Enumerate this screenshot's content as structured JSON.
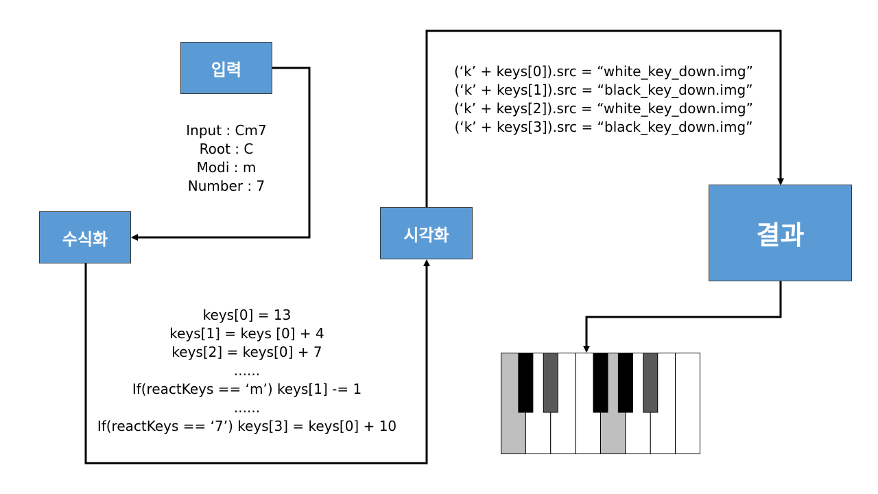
{
  "boxes": {
    "input": "입력",
    "formula": "수식화",
    "visualize": "시각화",
    "result": "결과"
  },
  "input_lines": [
    "Input : Cm7",
    "Root : C",
    "Modi : m",
    "Number : 7"
  ],
  "formula_lines": [
    "keys[0] = 13",
    "keys[1] = keys [0] + 4",
    "keys[2] = keys[0] + 7",
    "......",
    "If(reactKeys == ‘m’) keys[1] -= 1",
    "......",
    "If(reactKeys == ‘7’) keys[3] = keys[0] + 10"
  ],
  "visualize_lines": [
    "(‘k’ + keys[0]).src = “white_key_down.img”",
    "(‘k’ + keys[1]).src = “black_key_down.img”",
    "(‘k’ + keys[2]).src = “white_key_down.img”",
    "(‘k’ + keys[3]).src = “black_key_down.img”"
  ],
  "colors": {
    "box_fill": "#5b9bd5",
    "white_key": "#ffffff",
    "white_key_pressed": "#bfbfbf",
    "black_key": "#000000",
    "black_key_pressed": "#595959"
  },
  "piano": {
    "white_keys_pressed": [
      true,
      false,
      false,
      false,
      true,
      false,
      false,
      false
    ],
    "black_keys_pressed": [
      false,
      true,
      false,
      false,
      true
    ]
  }
}
